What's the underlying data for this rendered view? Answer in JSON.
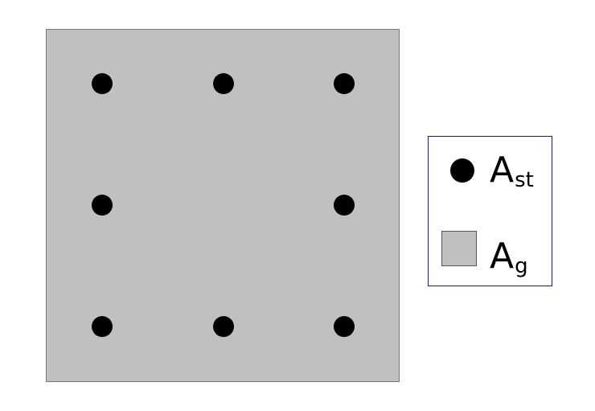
{
  "colors": {
    "section_fill": "#c0c0c0",
    "bar_fill": "#000000",
    "legend_border": "#1a1a7a"
  },
  "bars": [
    {
      "row": 0,
      "col": 0
    },
    {
      "row": 0,
      "col": 1
    },
    {
      "row": 0,
      "col": 2
    },
    {
      "row": 1,
      "col": 0
    },
    {
      "row": 1,
      "col": 2
    },
    {
      "row": 2,
      "col": 0
    },
    {
      "row": 2,
      "col": 1
    },
    {
      "row": 2,
      "col": 2
    }
  ],
  "legend": {
    "steel": {
      "main": "A",
      "sub": "st"
    },
    "gross": {
      "main": "A",
      "sub": "g"
    }
  }
}
